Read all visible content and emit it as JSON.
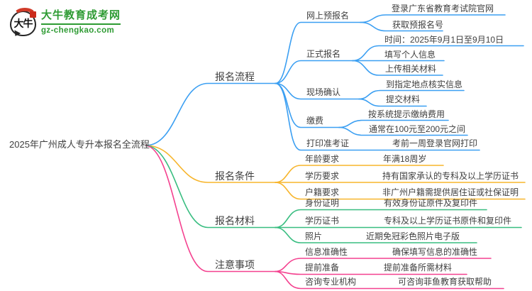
{
  "logo": {
    "brand": "大牛教育成考网",
    "domain": "gz-chengkao.com",
    "icon_text": "大牛"
  },
  "colors": {
    "branch_blue": "#3b9ff2",
    "branch_orange": "#f7b52c",
    "branch_green": "#38bd80",
    "branch_pink": "#f4418f",
    "logo_green": "#2e9b33",
    "seal_red": "#cb2b1c",
    "text": "#3f3f3f"
  },
  "mindmap": {
    "root": "2025年广州成人专升本报名全流程",
    "branches": [
      {
        "label": "报名流程",
        "color": "#3b9ff2",
        "children": [
          {
            "label": "网上预报名",
            "leaves": [
              "登录广东省教育考试院官网",
              "获取预报名号"
            ]
          },
          {
            "label": "正式报名",
            "leaves": [
              "时间：2025年9月1日至9月10日",
              "填写个人信息",
              "上传相关材料"
            ]
          },
          {
            "label": "现场确认",
            "leaves": [
              "到指定地点核实信息",
              "提交材料"
            ]
          },
          {
            "label": "缴费",
            "leaves": [
              "按系统提示缴纳费用",
              "通常在100元至200元之间"
            ]
          },
          {
            "label": "打印准考证",
            "leaves": [
              "考前一周登录官网打印"
            ]
          }
        ]
      },
      {
        "label": "报名条件",
        "color": "#f7b52c",
        "children": [
          {
            "label": "年龄要求",
            "leaves": [
              "年满18周岁"
            ]
          },
          {
            "label": "学历要求",
            "leaves": [
              "持有国家承认的专科及以上学历证书"
            ]
          },
          {
            "label": "户籍要求",
            "leaves": [
              "非广州户籍需提供居住证或社保证明"
            ]
          }
        ]
      },
      {
        "label": "报名材料",
        "color": "#38bd80",
        "children": [
          {
            "label": "身份证明",
            "leaves": [
              "有效身份证原件及复印件"
            ]
          },
          {
            "label": "学历证书",
            "leaves": [
              "专科及以上学历证书原件和复印件"
            ]
          },
          {
            "label": "照片",
            "leaves": [
              "近期免冠彩色照片电子版"
            ]
          }
        ]
      },
      {
        "label": "注意事项",
        "color": "#f4418f",
        "children": [
          {
            "label": "信息准确性",
            "leaves": [
              "确保填写信息的准确性"
            ]
          },
          {
            "label": "提前准备",
            "leaves": [
              "提前准备所需材料"
            ]
          },
          {
            "label": "咨询专业机构",
            "leaves": [
              "可咨询菲鱼教育获取帮助"
            ]
          }
        ]
      }
    ]
  }
}
